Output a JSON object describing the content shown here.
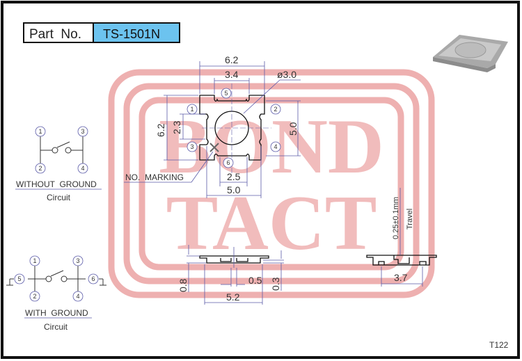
{
  "header": {
    "part_label": "Part  No.",
    "part_number": "TS-1501N"
  },
  "watermark": {
    "line1": "BOND",
    "line2": "TACT"
  },
  "top_view": {
    "dim_width_overall": "6.2",
    "dim_inner_notch": "3.4",
    "dim_diameter": "ø3.0",
    "dim_height_overall": "6.2",
    "dim_pin_spacing": "2.3",
    "dim_height_right": "5.0",
    "dim_bottom_notch": "2.5",
    "dim_bottom_width": "5.0",
    "marking_label": "NO.  MARKING",
    "pins": [
      "1",
      "2",
      "3",
      "4",
      "5",
      "6"
    ]
  },
  "side_view": {
    "dim_height": "0.8",
    "dim_gap": "0.5",
    "dim_thickness": "0.3",
    "dim_width": "5.2"
  },
  "side_view_2": {
    "dim_width": "3.7",
    "travel": "0.25±0.1mm",
    "travel_label": "Travel"
  },
  "circuits": [
    {
      "title": "WITHOUT  GROUND",
      "subtitle": "Circuit",
      "pins": [
        "1",
        "2",
        "3",
        "4"
      ]
    },
    {
      "title": "WITH  GROUND",
      "subtitle": "Circuit",
      "pins": [
        "1",
        "2",
        "3",
        "4",
        "5",
        "6"
      ]
    }
  ],
  "footer": {
    "code": "T122"
  },
  "colors": {
    "accent": "#6cc3ef",
    "watermark": "#eeb0b0",
    "dimension": "#5a5aa8"
  }
}
